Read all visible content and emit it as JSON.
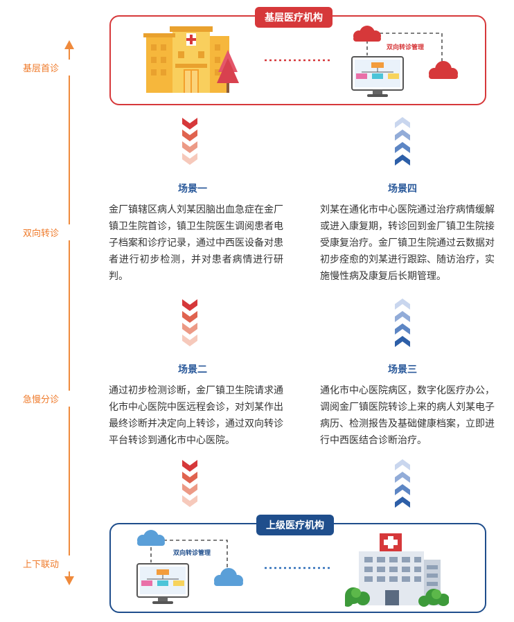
{
  "top_institution": "基层医疗机构",
  "bottom_institution": "上级医疗机构",
  "transfer_management": "双向转诊管理",
  "axis": [
    "基层首诊",
    "双向转诊",
    "急慢分诊",
    "上下联动"
  ],
  "scenes": [
    {
      "title": "场景一",
      "text": "金厂镇辖区病人刘某因脑出血急症在金厂镇卫生院首诊，镇卫生院医生调阅患者电子档案和诊疗记录，通过中西医设备对患者进行初步检测，并对患者病情进行研判。"
    },
    {
      "title": "场景四",
      "text": "刘某在通化市中心医院通过治疗病情缓解或进入康复期，转诊回到金厂镇卫生院接受康复治疗。金厂镇卫生院通过云数据对初步痊愈的刘某进行跟踪、随访治疗，实施慢性病及康复后长期管理。"
    },
    {
      "title": "场景二",
      "text": "通过初步检测诊断，金厂镇卫生院请求通化市中心医院中医远程会诊，对刘某作出最终诊断并决定向上转诊，通过双向转诊平台转诊到通化市中心医院。"
    },
    {
      "title": "场景三",
      "text": "通化市中心医院病区，数字化医疗办公，调阅金厂镇医院转诊上来的病人刘某电子病历、检测报告及基础健康档案，立即进行中西医结合诊断治疗。"
    }
  ],
  "colors": {
    "red": "#d6383a",
    "blue": "#1f4e8c",
    "orange": "#ef8a3c",
    "scene_title": "#2b5a9b"
  }
}
